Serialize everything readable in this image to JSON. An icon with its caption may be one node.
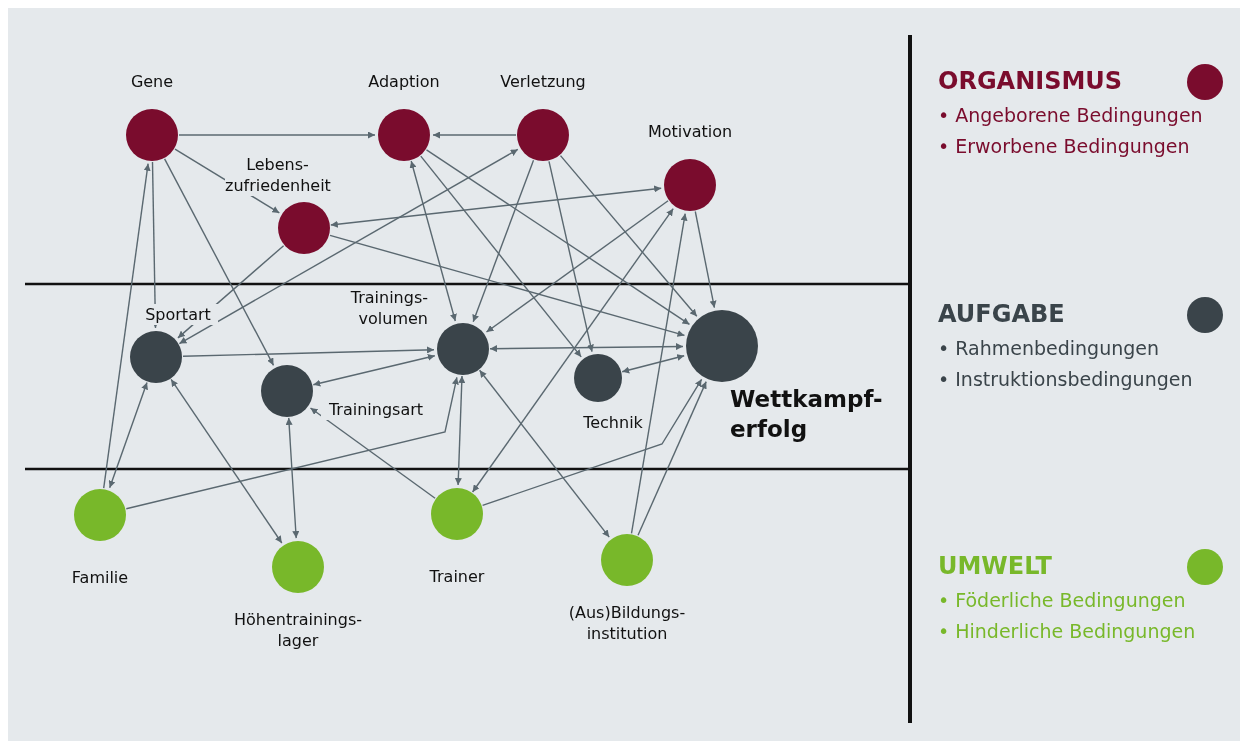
{
  "diagram": {
    "nodes": [
      {
        "text": [
          "Gene"
        ]
      },
      {
        "text": [
          "Adaption"
        ]
      },
      {
        "text": [
          "Verletzung"
        ]
      },
      {
        "text": [
          "Motivation"
        ]
      },
      {
        "text": [
          "Lebens- zufriedenheit"
        ]
      },
      {
        "text": [
          "Sportart"
        ]
      },
      {
        "text": [
          "Trainings- volumen"
        ]
      },
      {
        "text": [
          "Trainingsart"
        ]
      },
      {
        "text": [
          "Technik"
        ]
      },
      {
        "text": [
          "Wettkampf- erfolg"
        ]
      },
      {
        "text": [
          "Familie"
        ]
      },
      {
        "text": [
          "Höhentrainings- lager"
        ]
      },
      {
        "text": [
          "Trainer"
        ]
      },
      {
        "text": [
          "(Aus)Bildungs- institution"
        ]
      }
    ],
    "edges": [
      {
        "from": 0,
        "to": 1,
        "arrow": "to"
      },
      {
        "from": 2,
        "to": 1,
        "arrow": "to"
      },
      {
        "from": 0,
        "to": 4,
        "arrow": "to"
      },
      {
        "from": 0,
        "to": 5,
        "arrow": "to"
      },
      {
        "from": 0,
        "to": 7,
        "arrow": "to"
      },
      {
        "from": 10,
        "to": 0,
        "arrow": "to"
      },
      {
        "from": 4,
        "to": 3,
        "arrow": "both"
      },
      {
        "from": 4,
        "to": 5,
        "arrow": "to"
      },
      {
        "from": 4,
        "to": 9,
        "arrow": "to"
      },
      {
        "from": 5,
        "to": 2,
        "arrow": "both"
      },
      {
        "from": 1,
        "to": 6,
        "arrow": "both"
      },
      {
        "from": 2,
        "to": 6,
        "arrow": "to"
      },
      {
        "from": 1,
        "to": 8,
        "arrow": "to"
      },
      {
        "from": 2,
        "to": 8,
        "arrow": "to"
      },
      {
        "from": 1,
        "to": 9,
        "arrow": "to"
      },
      {
        "from": 2,
        "to": 9,
        "arrow": "to"
      },
      {
        "from": 3,
        "to": 9,
        "arrow": "to"
      },
      {
        "from": 3,
        "to": 6,
        "arrow": "to"
      },
      {
        "from": 12,
        "to": 3,
        "arrow": "both"
      },
      {
        "from": 13,
        "to": 3,
        "arrow": "to"
      },
      {
        "from": 5,
        "to": 6,
        "arrow": "to"
      },
      {
        "from": 5,
        "to": 10,
        "arrow": "both"
      },
      {
        "from": 5,
        "to": 11,
        "arrow": "both"
      },
      {
        "from": 7,
        "to": 6,
        "arrow": "both"
      },
      {
        "from": 10,
        "to": 6,
        "arrow": "to"
      },
      {
        "from": 6,
        "to": 9,
        "arrow": "both"
      },
      {
        "from": 7,
        "to": 11,
        "arrow": "both"
      },
      {
        "from": 12,
        "to": 7,
        "arrow": "to"
      },
      {
        "from": 6,
        "to": 12,
        "arrow": "both"
      },
      {
        "from": 6,
        "to": 13,
        "arrow": "both"
      },
      {
        "from": 8,
        "to": 9,
        "arrow": "both"
      },
      {
        "from": 12,
        "to": 9,
        "arrow": "to"
      },
      {
        "from": 13,
        "to": 9,
        "arrow": "to"
      }
    ],
    "labels": [
      "• Angeborene Bedingungen",
      "• Erworbene Bedingungen",
      "• Rahmenbedingungen",
      "• Instruktionsbedingungen",
      "• Föderliche Bedingungen",
      "• Hinderliche Bedingungen"
    ],
    "legend": [
      {
        "text": "ORGANISMUS",
        "color": "#7a0c2d"
      },
      {
        "text": "AUFGABE",
        "color": "#3a444a"
      },
      {
        "text": "UMWELT",
        "color": "#78b82a"
      }
    ]
  }
}
